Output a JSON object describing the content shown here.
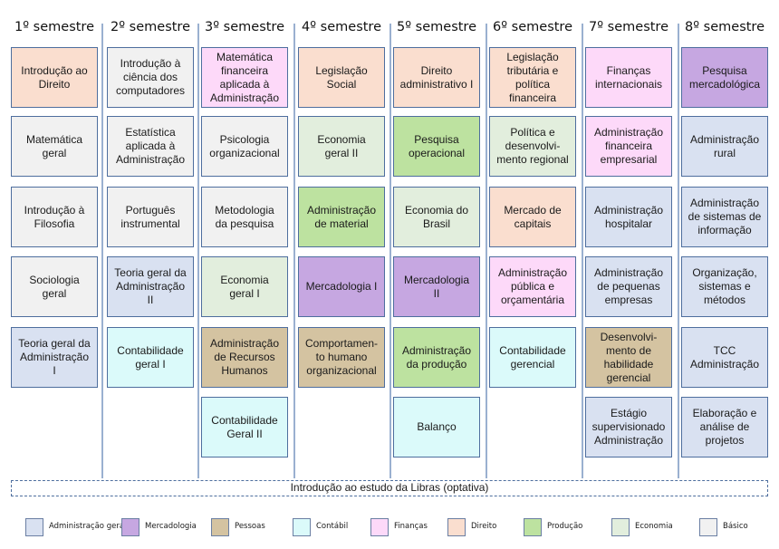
{
  "semesters": [
    {
      "title": "1º semestre",
      "courses": [
        {
          "name": "Introdução ao\nDireito",
          "category": "dir"
        },
        {
          "name": "Matemática\ngeral",
          "category": "bas"
        },
        {
          "name": "Introdução à\nFilosofia",
          "category": "bas"
        },
        {
          "name": "Sociologia\ngeral",
          "category": "bas"
        },
        {
          "name": "Teoria geral da\nAdministração\nI",
          "category": "adm"
        }
      ]
    },
    {
      "title": "2º semestre",
      "courses": [
        {
          "name": "Introdução à\nciência dos\ncomputadores",
          "category": "bas"
        },
        {
          "name": "Estatística\naplicada à\nAdministração",
          "category": "bas"
        },
        {
          "name": "Português\ninstrumental",
          "category": "bas"
        },
        {
          "name": "Teoria geral da\nAdministração\nII",
          "category": "adm"
        },
        {
          "name": "Contabilidade\ngeral I",
          "category": "cont"
        }
      ]
    },
    {
      "title": "3º semestre",
      "courses": [
        {
          "name": "Matemática\nfinanceira\naplicada à\nAdministração",
          "category": "fin"
        },
        {
          "name": "Psicologia\norganizacional",
          "category": "bas"
        },
        {
          "name": "Metodologia\nda pesquisa",
          "category": "bas"
        },
        {
          "name": "Economia\ngeral I",
          "category": "eco"
        },
        {
          "name": "Administração\nde Recursos\nHumanos",
          "category": "pes"
        },
        {
          "name": "Contabilidade\nGeral II",
          "category": "cont"
        }
      ]
    },
    {
      "title": "4º semestre",
      "courses": [
        {
          "name": "Legislação\nSocial",
          "category": "dir"
        },
        {
          "name": "Economia\ngeral II",
          "category": "eco"
        },
        {
          "name": "Administração\nde material",
          "category": "prod"
        },
        {
          "name": "Mercadologia I",
          "category": "merc"
        },
        {
          "name": "Comportamen-\nto humano\norganizacional",
          "category": "pes"
        }
      ]
    },
    {
      "title": "5º semestre",
      "courses": [
        {
          "name": "Direito\nadministrativo I",
          "category": "dir"
        },
        {
          "name": "Pesquisa\noperacional",
          "category": "prod"
        },
        {
          "name": "Economia do\nBrasil",
          "category": "eco"
        },
        {
          "name": "Mercadologia\nII",
          "category": "merc"
        },
        {
          "name": "Administração\nda produção",
          "category": "prod"
        },
        {
          "name": "Balanço",
          "category": "cont"
        }
      ]
    },
    {
      "title": "6º semestre",
      "courses": [
        {
          "name": "Legislação\ntributária e\npolítica\nfinanceira",
          "category": "dir"
        },
        {
          "name": "Política e\ndesenvolvi-\nmento regional",
          "category": "eco"
        },
        {
          "name": "Mercado de\ncapitais",
          "category": "dir"
        },
        {
          "name": "Administração\npública e\norçamentária",
          "category": "fin"
        },
        {
          "name": "Contabilidade\ngerencial",
          "category": "cont"
        }
      ]
    },
    {
      "title": "7º semestre",
      "courses": [
        {
          "name": "Finanças\ninternacionais",
          "category": "fin"
        },
        {
          "name": "Administração\nfinanceira\nempresarial",
          "category": "fin"
        },
        {
          "name": "Administração\nhospitalar",
          "category": "adm"
        },
        {
          "name": "Administração\nde pequenas\nempresas",
          "category": "adm"
        },
        {
          "name": "Desenvolvi-\nmento de\nhabilidade\ngerencial",
          "category": "pes"
        },
        {
          "name": "Estágio\nsupervisionado\nAdministração",
          "category": "adm"
        }
      ]
    },
    {
      "title": "8º semestre",
      "courses": [
        {
          "name": "Pesquisa\nmercadológica",
          "category": "merc"
        },
        {
          "name": "Administração\nrural",
          "category": "adm"
        },
        {
          "name": "Administração\nde sistemas de\ninformação",
          "category": "adm"
        },
        {
          "name": "Organização,\nsistemas e\nmétodos",
          "category": "adm"
        },
        {
          "name": "TCC\nAdministração",
          "category": "adm"
        },
        {
          "name": "Elaboração e\nanálise de\nprojetos",
          "category": "adm"
        }
      ]
    }
  ],
  "optativa": "Introdução ao estudo da Libras (optativa)",
  "legend": [
    {
      "key": "adm",
      "label": "Administração geral",
      "color": "#d9e1f1"
    },
    {
      "key": "merc",
      "label": "Mercadologia",
      "color": "#c6a7e1"
    },
    {
      "key": "pes",
      "label": "Pessoas",
      "color": "#d4c3a1"
    },
    {
      "key": "cont",
      "label": "Contábil",
      "color": "#dbfafa"
    },
    {
      "key": "fin",
      "label": "Finanças",
      "color": "#fdd9f9"
    },
    {
      "key": "dir",
      "label": "Direito",
      "color": "#fadecf"
    },
    {
      "key": "prod",
      "label": "Produção",
      "color": "#bde2a0"
    },
    {
      "key": "eco",
      "label": "Economia",
      "color": "#e2eedd"
    },
    {
      "key": "bas",
      "label": "Básico",
      "color": "#f1f1f1"
    }
  ]
}
